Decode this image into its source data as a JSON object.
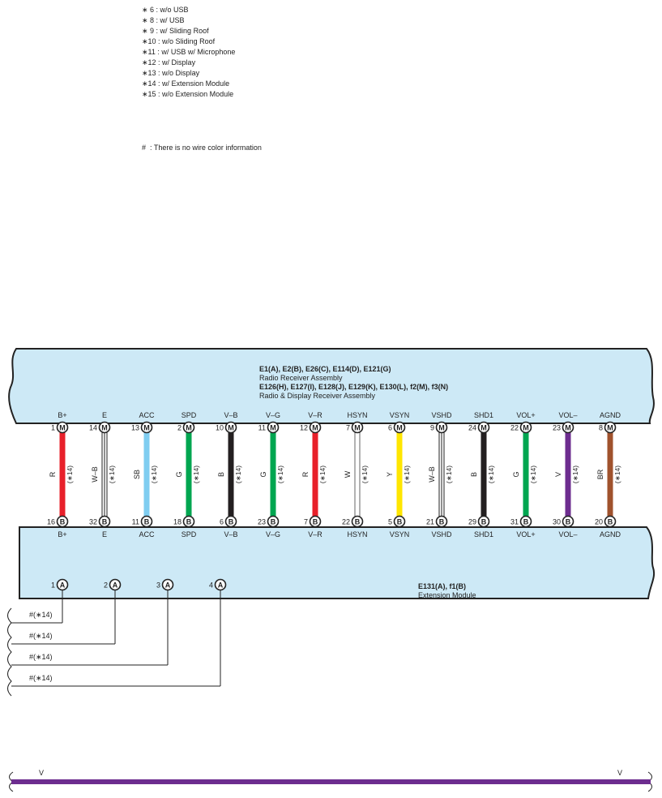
{
  "notes": [
    "∗ 6 : w/o USB",
    "∗ 8 : w/ USB",
    "∗ 9 : w/ Sliding Roof",
    "∗10 : w/o Sliding Roof",
    "∗11 : w/ USB w/ Microphone",
    "∗12 : w/ Display",
    "∗13 : w/o Display",
    "∗14 : w/ Extension Module",
    "∗15 : w/o Extension Module"
  ],
  "hash_note": "#  : There is no wire color information",
  "upper_block": {
    "line1": "E1(A), E2(B), E26(C), E114(D), E121(G)",
    "line2": "Radio Receiver Assembly",
    "line3": "E126(H), E127(I), E128(J), E129(K), E130(L), f2(M), f3(N)",
    "line4": "Radio & Display Receiver Assembly"
  },
  "lower_block": {
    "line1": "E131(A), f1(B)",
    "line2": "Extension Module"
  },
  "condition": "(∗14)",
  "wires": [
    {
      "top_label": "B+",
      "top_pin": "1",
      "top_conn": "M",
      "color_code": "R",
      "color": "#e8202a",
      "double": false,
      "bottom_pin": "16",
      "bottom_conn": "B",
      "bottom_label": "B+"
    },
    {
      "top_label": "E",
      "top_pin": "14",
      "top_conn": "M",
      "color_code": "W–B",
      "color": "#ffffff",
      "double": true,
      "bottom_pin": "32",
      "bottom_conn": "B",
      "bottom_label": "E"
    },
    {
      "top_label": "ACC",
      "top_pin": "13",
      "top_conn": "M",
      "color_code": "SB",
      "color": "#7fcdf0",
      "double": false,
      "bottom_pin": "11",
      "bottom_conn": "B",
      "bottom_label": "ACC"
    },
    {
      "top_label": "SPD",
      "top_pin": "2",
      "top_conn": "M",
      "color_code": "G",
      "color": "#00a650",
      "double": false,
      "bottom_pin": "18",
      "bottom_conn": "B",
      "bottom_label": "SPD"
    },
    {
      "top_label": "V–B",
      "top_pin": "10",
      "top_conn": "M",
      "color_code": "B",
      "color": "#231f20",
      "double": false,
      "bottom_pin": "6",
      "bottom_conn": "B",
      "bottom_label": "V–B"
    },
    {
      "top_label": "V–G",
      "top_pin": "11",
      "top_conn": "M",
      "color_code": "G",
      "color": "#00a650",
      "double": false,
      "bottom_pin": "23",
      "bottom_conn": "B",
      "bottom_label": "V–G"
    },
    {
      "top_label": "V–R",
      "top_pin": "12",
      "top_conn": "M",
      "color_code": "R",
      "color": "#e8202a",
      "double": false,
      "bottom_pin": "7",
      "bottom_conn": "B",
      "bottom_label": "V–R"
    },
    {
      "top_label": "HSYN",
      "top_pin": "7",
      "top_conn": "M",
      "color_code": "W",
      "color": "#ffffff",
      "double": false,
      "bottom_pin": "22",
      "bottom_conn": "B",
      "bottom_label": "HSYN"
    },
    {
      "top_label": "VSYN",
      "top_pin": "6",
      "top_conn": "M",
      "color_code": "Y",
      "color": "#ffe600",
      "double": false,
      "bottom_pin": "5",
      "bottom_conn": "B",
      "bottom_label": "VSYN"
    },
    {
      "top_label": "VSHD",
      "top_pin": "9",
      "top_conn": "M",
      "color_code": "W–B",
      "color": "#ffffff",
      "double": true,
      "bottom_pin": "21",
      "bottom_conn": "B",
      "bottom_label": "VSHD"
    },
    {
      "top_label": "SHD1",
      "top_pin": "24",
      "top_conn": "M",
      "color_code": "B",
      "color": "#231f20",
      "double": false,
      "bottom_pin": "29",
      "bottom_conn": "B",
      "bottom_label": "SHD1"
    },
    {
      "top_label": "VOL+",
      "top_pin": "22",
      "top_conn": "M",
      "color_code": "G",
      "color": "#00a650",
      "double": false,
      "bottom_pin": "31",
      "bottom_conn": "B",
      "bottom_label": "VOL+"
    },
    {
      "top_label": "VOL–",
      "top_pin": "23",
      "top_conn": "M",
      "color_code": "V",
      "color": "#6d2d8f",
      "double": false,
      "bottom_pin": "30",
      "bottom_conn": "B",
      "bottom_label": "VOL–"
    },
    {
      "top_label": "AGND",
      "top_pin": "8",
      "top_conn": "M",
      "color_code": "BR",
      "color": "#a0522d",
      "double": false,
      "bottom_pin": "20",
      "bottom_conn": "B",
      "bottom_label": "AGND"
    }
  ],
  "a_pins": [
    {
      "pin": "1",
      "conn": "A",
      "label": "#(∗14)"
    },
    {
      "pin": "2",
      "conn": "A",
      "label": "#(∗14)"
    },
    {
      "pin": "3",
      "conn": "A",
      "label": "#(∗14)"
    },
    {
      "pin": "4",
      "conn": "A",
      "label": "#(∗14)"
    }
  ],
  "bottom_wire": {
    "left_label": "V",
    "right_label": "V",
    "color": "#6d2d8f"
  },
  "colors": {
    "block_fill": "#cde9f6",
    "outline": "#222222"
  }
}
